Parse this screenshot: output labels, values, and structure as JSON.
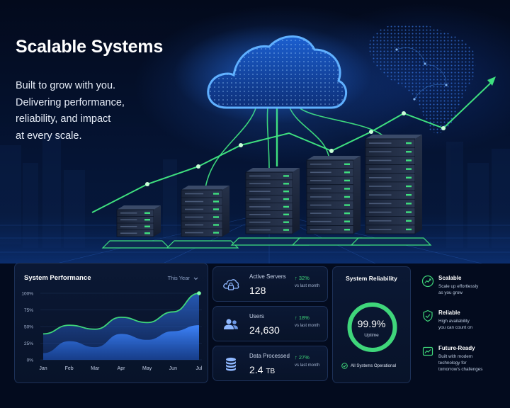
{
  "hero": {
    "title": "Scalable Systems",
    "subtitle_lines": [
      "Built to grow with you.",
      "Delivering performance,",
      "reliability, and impact",
      "at every scale."
    ]
  },
  "performance": {
    "title": "System Performance",
    "filter": "This Year",
    "filter_icon": "chevron-down-icon",
    "chart_data": {
      "type": "area",
      "categories": [
        "Jan",
        "Feb",
        "Mar",
        "Apr",
        "May",
        "Jun",
        "Jul"
      ],
      "y_tick_labels": [
        "100%",
        "75%",
        "50%",
        "25%",
        "0%"
      ],
      "ylim": [
        0,
        100
      ],
      "grid": true,
      "series": [
        {
          "values": [
            39,
            52,
            46,
            64,
            56,
            72,
            100
          ]
        },
        {
          "values": [
            10,
            28,
            19,
            39,
            30,
            43,
            52
          ]
        }
      ],
      "colors": [
        "#3fd67a",
        "#2f6fe0"
      ]
    }
  },
  "stats": [
    {
      "label": "Active Servers",
      "value": "128",
      "unit": "",
      "change": "↑ 32%",
      "change_label": "vs last month",
      "icon": "server-lock-icon"
    },
    {
      "label": "Users",
      "value": "24,630",
      "unit": "",
      "change": "↑ 18%",
      "change_label": "vs last month",
      "icon": "users-icon"
    },
    {
      "label": "Data Processed",
      "value": "2.4",
      "unit": "TB",
      "change": "↑ 27%",
      "change_label": "vs last month",
      "icon": "database-icon"
    }
  ],
  "reliability": {
    "title": "System Reliability",
    "value": "99.9%",
    "caption": "Uptime",
    "progress": 0.999,
    "status": "All Systems Operational",
    "status_icon": "check-circle-icon"
  },
  "features": [
    {
      "title": "Scalable",
      "desc_lines": [
        "Scale up effortlessly",
        "as you grow"
      ],
      "icon": "trend-badge-icon"
    },
    {
      "title": "Reliable",
      "desc_lines": [
        "High availability",
        "you can count on"
      ],
      "icon": "shield-check-icon"
    },
    {
      "title": "Future-Ready",
      "desc_lines": [
        "Built with modern",
        "technology for",
        "tomorrow's challenges"
      ],
      "icon": "chart-box-icon"
    }
  ],
  "colors": {
    "accent": "#3fd67a",
    "blue": "#2f6fe0",
    "background": "#030b1e",
    "card": "#0b1834"
  }
}
